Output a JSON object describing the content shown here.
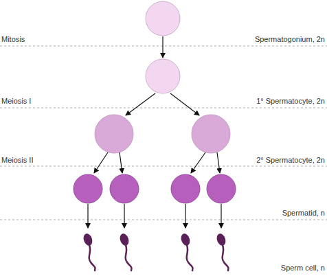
{
  "diagram": {
    "labels": [
      "Mitosis",
      "Spermatogonium, 2n",
      "Meiosis I",
      "1° Spermatocyte, 2n",
      "Meiosis II",
      "2° Spermatocyte, 2n",
      "Spermatid, n",
      "Sperm cell, n"
    ]
  }
}
